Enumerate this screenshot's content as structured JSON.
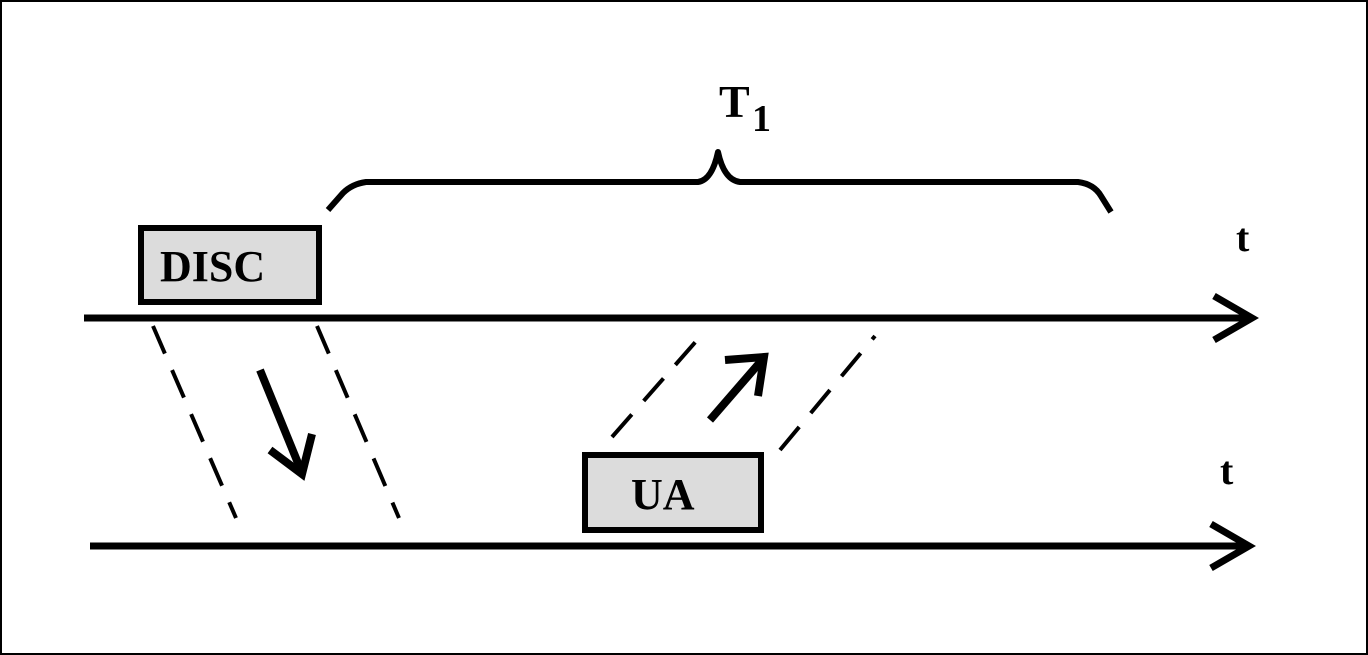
{
  "figure": {
    "top_axis_label": "t",
    "bottom_axis_label": "t",
    "disc_frame": "DISC",
    "ua_frame": "UA",
    "timer_label": "T",
    "timer_subscript": "1"
  },
  "colors": {
    "stroke": "#000000",
    "box_fill": "#dcdcdc",
    "background": "#ffffff"
  }
}
